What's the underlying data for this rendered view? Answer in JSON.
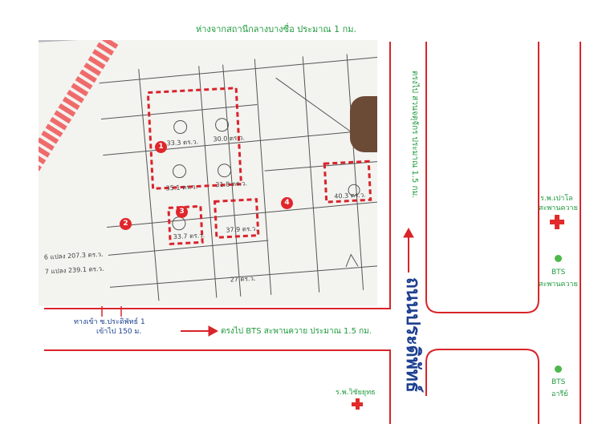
{
  "top_label": "ห่างจากสถานีกลางบางซื่อ ประมาณ 1 กม.",
  "right_road_label": "ตรงไป สวนจตุจักร ประมาณ 1.5 กม.",
  "main_road_label": "ถนนประดิพัทธ์",
  "bottom_direction_label": "ตรงไป BTS สะพานควาย ประมาณ 1.5 กม.",
  "entry_label_line1": "ทางเข้า ซ.ประดิพัทธ์ 1",
  "entry_label_line2": "เข้าไป 150 ม.",
  "landmarks": {
    "hospital_paolo_line1": "ร.พ.เปาโล",
    "hospital_paolo_line2": "สะพานควาย",
    "bts_saphan_khwai_line1": "BTS",
    "bts_saphan_khwai_line2": "สะพานควาย",
    "bts_ari_line1": "BTS",
    "bts_ari_line2": "อารีย์",
    "hospital_vichaiyut": "ร.พ.วิชัยยุทธ"
  },
  "plot_markers": [
    "1",
    "2",
    "3",
    "4"
  ],
  "photo_notes": {
    "note_a": "6 แปลง 207.3 ตร.ว.",
    "note_b": "7 แปลง 239.1 ตร.ว.",
    "area_1a": "33.3 ตร.ว.",
    "area_1b": "30.0 ตร.ว.",
    "area_1c": "35.1 ตร.ว.",
    "area_1d": "31.8 ตร.ว.",
    "area_2": "33.7 ตร.ว.",
    "area_3": "37.9 ตร.ว.",
    "area_4": "40.3 ตร.ว.",
    "area_5": "27 ตร.ว."
  },
  "colors": {
    "road_red": "#d8242a",
    "label_green": "#1f9a3d",
    "label_blue": "#1c3f8f",
    "bts_dot": "#4cb84c"
  }
}
